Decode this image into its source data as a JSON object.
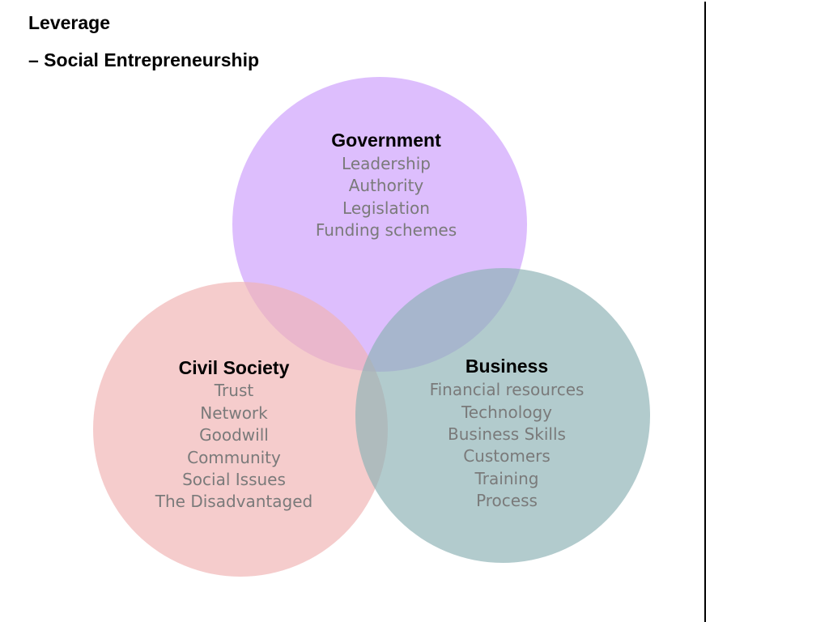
{
  "title": {
    "line1": "Leverage",
    "line2": "– Social Entrepreneurship"
  },
  "colors": {
    "government": "#d2a8fc",
    "civil_society": "#f0b4b4",
    "business": "#8db3b6",
    "item_text": "#7a7a7a"
  },
  "circles": [
    {
      "key": "government",
      "heading": "Government",
      "items": [
        "Leadership",
        "Authority",
        "Legislation",
        "Funding schemes"
      ]
    },
    {
      "key": "civil_society",
      "heading": "Civil Society",
      "items": [
        "Trust",
        "Network",
        "Goodwill",
        "Community",
        "Social Issues",
        "The Disadvantaged"
      ]
    },
    {
      "key": "business",
      "heading": "Business",
      "items": [
        "Financial resources",
        "Technology",
        "Business Skills",
        "Customers",
        "Training",
        "Process"
      ]
    }
  ]
}
